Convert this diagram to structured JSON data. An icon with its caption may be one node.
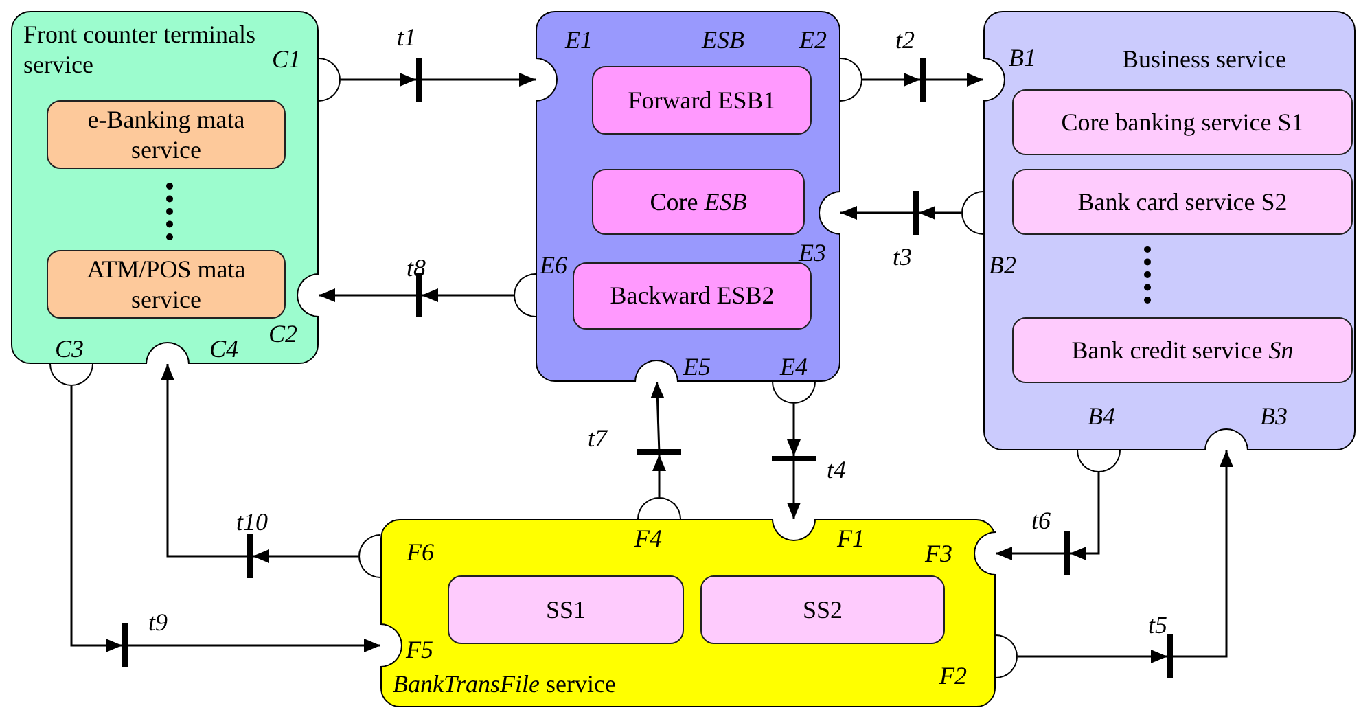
{
  "diagram": {
    "nodes": [
      {
        "text": [
          "Front counter terminals service"
        ]
      },
      {
        "text": [
          "e-Banking mata service"
        ],
        "in": 0
      },
      {
        "text": [
          "ATM/POS mata service"
        ],
        "in": 0
      },
      {
        "text": [
          "ESB"
        ]
      },
      {
        "text": [
          "Forward ESB1"
        ],
        "in": 3
      },
      {
        "text": [
          "Core *ESB*"
        ],
        "in": 3
      },
      {
        "text": [
          "Backward ESB2"
        ],
        "in": 3
      },
      {
        "text": [
          "Business service"
        ]
      },
      {
        "text": [
          "Core banking service S1"
        ],
        "in": 7
      },
      {
        "text": [
          "Bank card service S2"
        ],
        "in": 7
      },
      {
        "text": [
          "Bank credit service *Sn*"
        ],
        "in": 7
      },
      {
        "text": [
          "*BankTransFile* service"
        ]
      },
      {
        "text": [
          "SS1"
        ],
        "in": 11
      },
      {
        "text": [
          "SS2"
        ],
        "in": 11
      },
      {
        "text": [],
        "shape": "semicircle",
        "beside": [
          "C1"
        ]
      },
      {
        "text": [],
        "shape": "semicircle",
        "beside": [
          "C2"
        ],
        "in": 0
      },
      {
        "text": [],
        "shape": "semicircle",
        "beside": [
          "C3"
        ]
      },
      {
        "text": [],
        "shape": "semicircle",
        "beside": [
          "C4"
        ],
        "in": 0
      },
      {
        "text": [],
        "shape": "semicircle",
        "beside": [
          "E1"
        ],
        "in": 3
      },
      {
        "text": [],
        "shape": "semicircle",
        "beside": [
          "E2"
        ]
      },
      {
        "text": [],
        "shape": "semicircle",
        "beside": [
          "E3"
        ],
        "in": 3
      },
      {
        "text": [],
        "shape": "semicircle",
        "beside": [
          "E4"
        ]
      },
      {
        "text": [],
        "shape": "semicircle",
        "beside": [
          "E5"
        ],
        "in": 3
      },
      {
        "text": [],
        "shape": "semicircle",
        "beside": [
          "E6"
        ]
      },
      {
        "text": [],
        "shape": "semicircle",
        "beside": [
          "B1"
        ],
        "in": 7
      },
      {
        "text": [],
        "shape": "semicircle",
        "beside": [
          "B2"
        ]
      },
      {
        "text": [],
        "shape": "semicircle",
        "beside": [
          "B3"
        ],
        "in": 7
      },
      {
        "text": [],
        "shape": "semicircle",
        "beside": [
          "B4"
        ]
      },
      {
        "text": [],
        "shape": "semicircle",
        "beside": [
          "F1"
        ],
        "in": 11
      },
      {
        "text": [],
        "shape": "semicircle",
        "beside": [
          "F2"
        ]
      },
      {
        "text": [],
        "shape": "semicircle",
        "beside": [
          "F3"
        ],
        "in": 11
      },
      {
        "text": [],
        "shape": "semicircle",
        "beside": [
          "F4"
        ]
      },
      {
        "text": [],
        "shape": "semicircle",
        "beside": [
          "F5"
        ],
        "in": 11
      },
      {
        "text": [],
        "shape": "semicircle",
        "beside": [
          "F6"
        ]
      },
      {
        "text": [],
        "shape": "bar",
        "beside": [
          "t1"
        ]
      },
      {
        "text": [],
        "shape": "bar",
        "beside": [
          "t2"
        ]
      },
      {
        "text": [],
        "shape": "bar",
        "beside": [
          "t3"
        ]
      },
      {
        "text": [],
        "shape": "bar",
        "beside": [
          "t4"
        ]
      },
      {
        "text": [],
        "shape": "bar",
        "beside": [
          "t5"
        ]
      },
      {
        "text": [],
        "shape": "bar",
        "beside": [
          "t6"
        ]
      },
      {
        "text": [],
        "shape": "bar",
        "beside": [
          "t7"
        ]
      },
      {
        "text": [],
        "shape": "bar",
        "beside": [
          "t8"
        ]
      },
      {
        "text": [],
        "shape": "bar",
        "beside": [
          "t9"
        ]
      },
      {
        "text": [],
        "shape": "bar",
        "beside": [
          "t10"
        ]
      }
    ],
    "edges": [
      {
        "from": 14,
        "to": 34,
        "arrow": "to"
      },
      {
        "from": 34,
        "to": 18,
        "arrow": "to"
      },
      {
        "from": 19,
        "to": 35,
        "arrow": "to"
      },
      {
        "from": 35,
        "to": 24,
        "arrow": "to"
      },
      {
        "from": 25,
        "to": 36,
        "arrow": "to"
      },
      {
        "from": 36,
        "to": 20,
        "arrow": "to"
      },
      {
        "from": 21,
        "to": 37,
        "arrow": "to"
      },
      {
        "from": 37,
        "to": 28,
        "arrow": "to"
      },
      {
        "from": 29,
        "to": 38,
        "arrow": "to"
      },
      {
        "from": 38,
        "to": 26,
        "arrow": "to"
      },
      {
        "from": 27,
        "to": 39,
        "arrow": "to"
      },
      {
        "from": 39,
        "to": 30,
        "arrow": "to"
      },
      {
        "from": 31,
        "to": 40,
        "arrow": "to"
      },
      {
        "from": 40,
        "to": 22,
        "arrow": "to"
      },
      {
        "from": 23,
        "to": 41,
        "arrow": "to"
      },
      {
        "from": 41,
        "to": 15,
        "arrow": "to"
      },
      {
        "from": 16,
        "to": 42,
        "arrow": "to"
      },
      {
        "from": 42,
        "to": 32,
        "arrow": "to"
      },
      {
        "from": 33,
        "to": 43,
        "arrow": "to"
      },
      {
        "from": 43,
        "to": 17,
        "arrow": "to"
      }
    ]
  }
}
